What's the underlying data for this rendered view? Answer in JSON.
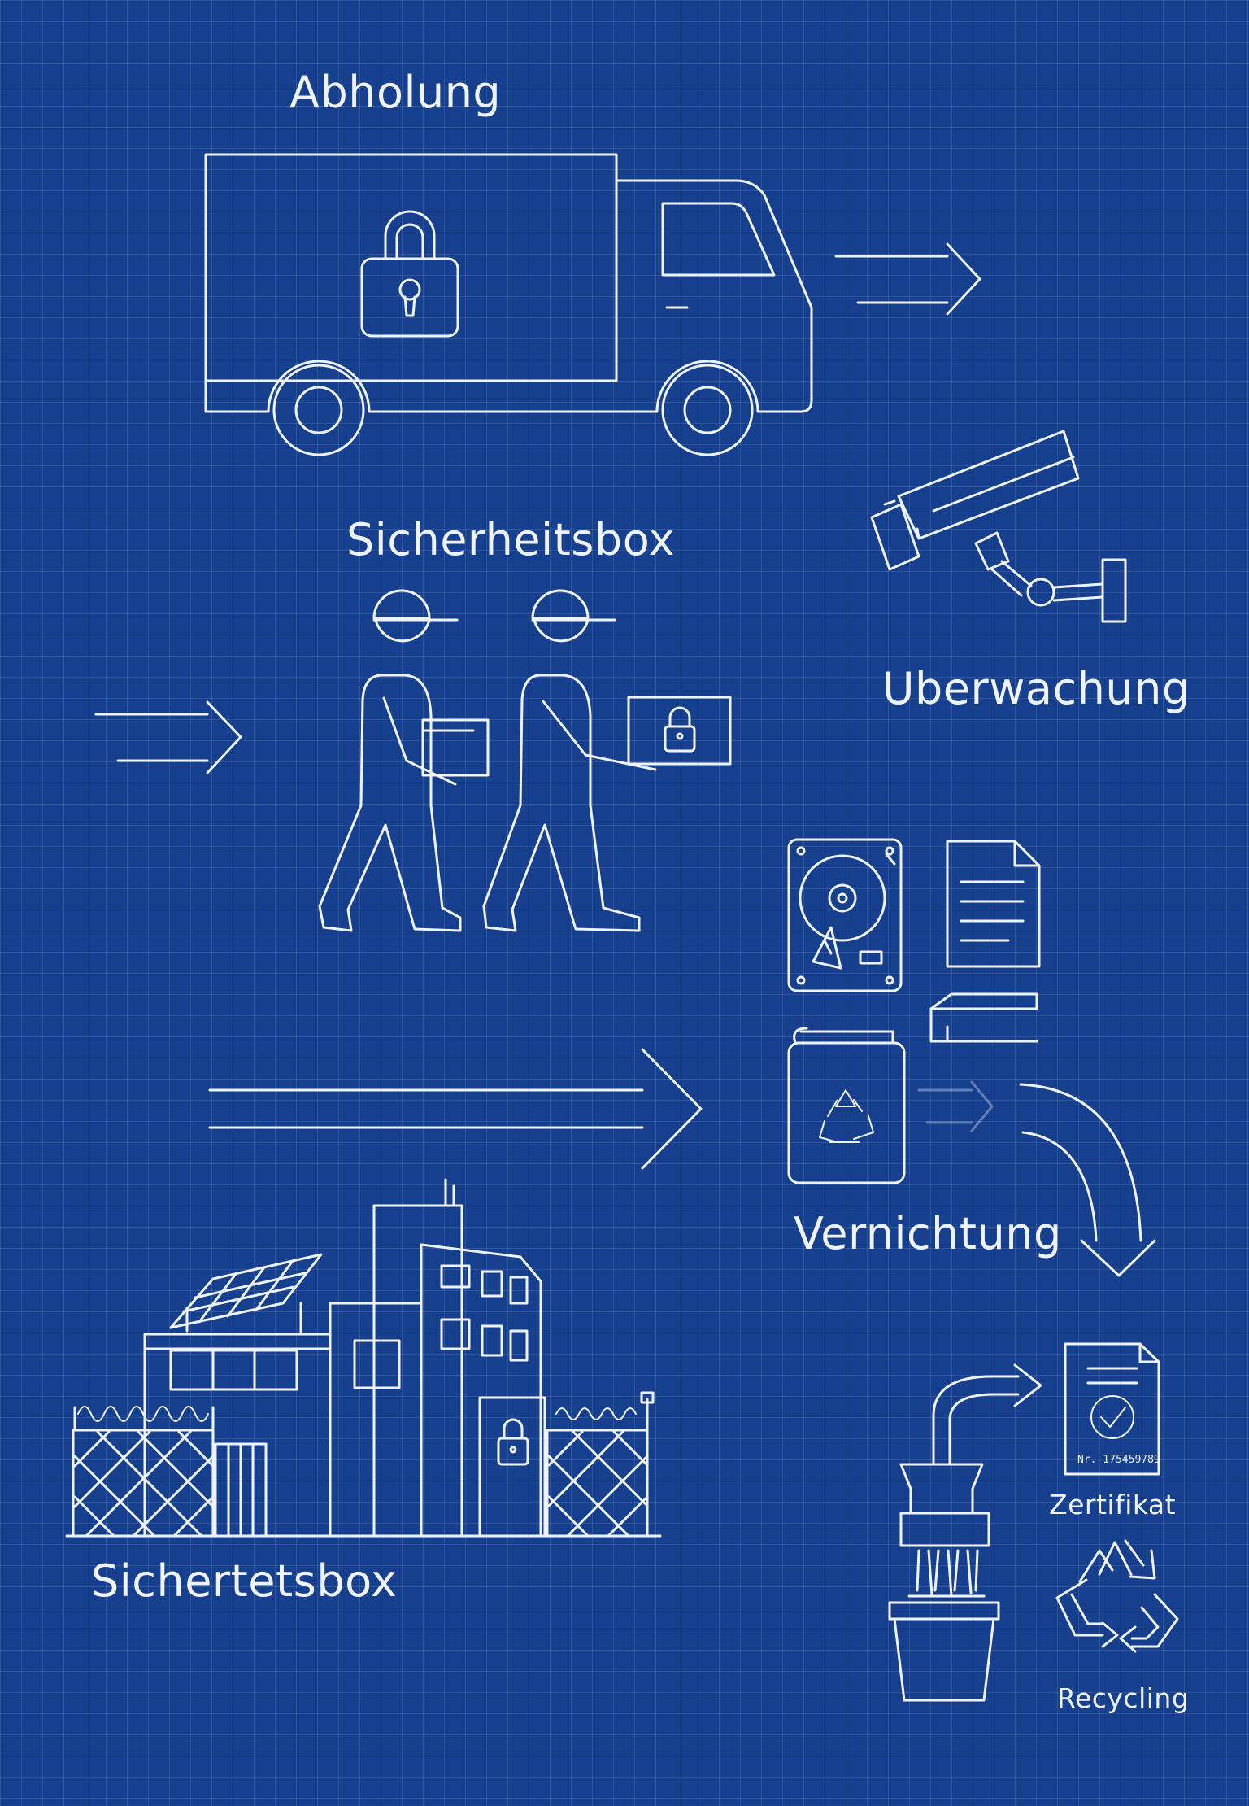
{
  "labels": {
    "abholung": "Abholung",
    "sicherheitsbox": "Sicherheitsbox",
    "uberwachung": "Uberwachung",
    "vernichtung": "Vernichtung",
    "sichertetsbox": "Sichertetsbox",
    "zertifikat": "Zertifikat",
    "recycling": "Recycling"
  },
  "certificate": {
    "serial": "Nr. 175459789"
  },
  "colors": {
    "background": "#163f8e",
    "grid": "#3a5fae",
    "line": "#eef3ff"
  }
}
